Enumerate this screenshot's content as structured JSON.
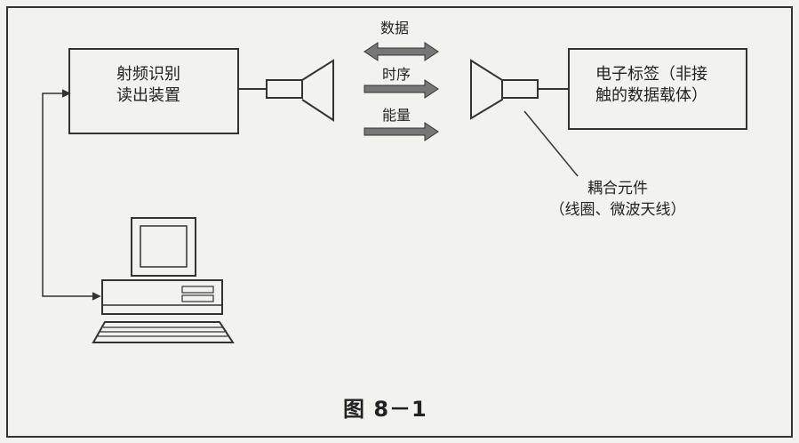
{
  "reader": {
    "line1": "射频识别",
    "line2": "读出装置"
  },
  "tag": {
    "line1": "电子标签（非接",
    "line2": "触的数据载体）"
  },
  "arrows": {
    "data": "数据",
    "clock": "时序",
    "energy": "能量"
  },
  "coupling": {
    "line1": "耦合元件",
    "line2": "（线圈、微波天线）"
  },
  "caption": "图 8－1",
  "colors": {
    "line": "#333333",
    "arrow_fill": "#777777",
    "paper": "#f2f2f0"
  }
}
